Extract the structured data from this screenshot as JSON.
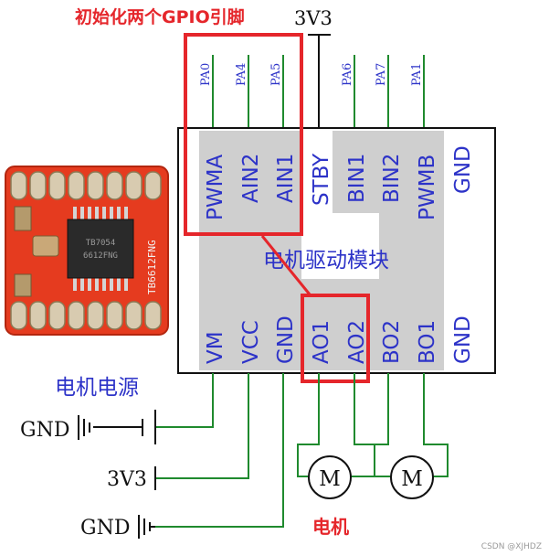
{
  "annotation_top": "初始化两个GPIO引脚",
  "power_3v3_top": "3V3",
  "pa_labels": [
    "PA0",
    "PA4",
    "PA5",
    "PA6",
    "PA7",
    "PA1"
  ],
  "top_pins": [
    "PWMA",
    "AIN2",
    "AIN1",
    "STBY",
    "BIN1",
    "BIN2",
    "PWMB",
    "GND"
  ],
  "module_label": "电机驱动模块",
  "bottom_pins": [
    "VM",
    "VCC",
    "GND",
    "AO1",
    "AO2",
    "BO2",
    "BO1",
    "GND"
  ],
  "power_source_label": "电机电源",
  "gnd_label_1": "GND",
  "label_3v3": "3V3",
  "gnd_label_2": "GND",
  "motor_labels": [
    "M",
    "M"
  ],
  "motor_annotation": "电机",
  "chip_marking": [
    "TB6612FNG",
    "TB7054",
    "6612FNG"
  ],
  "watermark": "CSDN @XJHDZ",
  "colors": {
    "annotation_red": "#e5262b",
    "pin_text_blue": "#2d33c8",
    "wire_green": "#1f8a2e",
    "module_gray": "#cfcfcf",
    "board_red": "#e53b1f"
  }
}
